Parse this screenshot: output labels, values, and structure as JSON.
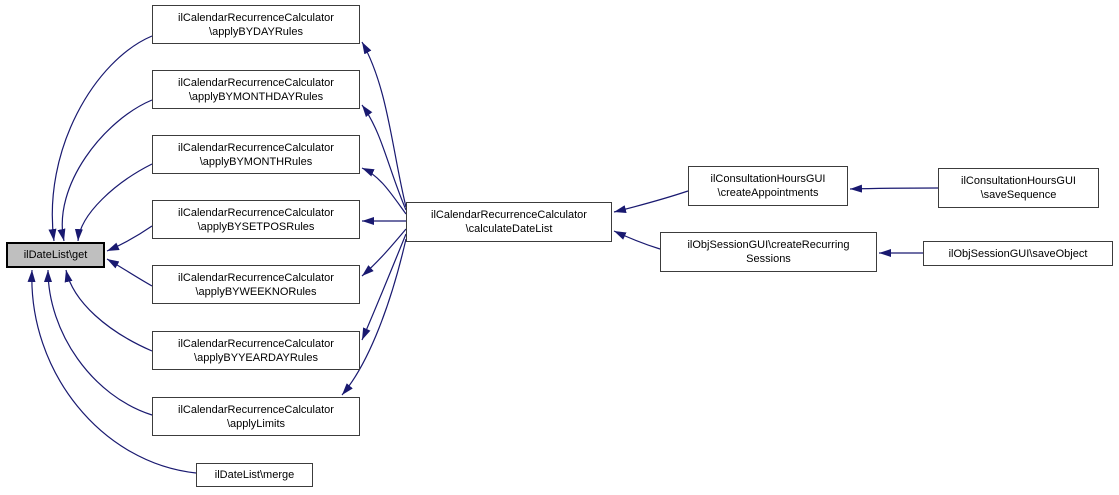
{
  "diagram": {
    "type": "call-graph",
    "colors": {
      "edge": "#191970",
      "node_border": "#3c3c3c",
      "node_fill": "#ffffff",
      "highlight_fill": "#bfbfbf",
      "highlight_border": "#000000",
      "text": "#000000",
      "background": "#ffffff"
    },
    "nodes": [
      {
        "id": "get",
        "label": "ilDateList\\get",
        "line1": "ilDateList\\get",
        "line2": "",
        "highlighted": true
      },
      {
        "id": "applyBYDAYRules",
        "label": "ilCalendarRecurrenceCalculator\\applyBYDAYRules",
        "line1": "ilCalendarRecurrenceCalculator",
        "line2": "\\applyBYDAYRules",
        "highlighted": false
      },
      {
        "id": "applyBYMONTHDAYRules",
        "label": "ilCalendarRecurrenceCalculator\\applyBYMONTHDAYRules",
        "line1": "ilCalendarRecurrenceCalculator",
        "line2": "\\applyBYMONTHDAYRules",
        "highlighted": false
      },
      {
        "id": "applyBYMONTHRules",
        "label": "ilCalendarRecurrenceCalculator\\applyBYMONTHRules",
        "line1": "ilCalendarRecurrenceCalculator",
        "line2": "\\applyBYMONTHRules",
        "highlighted": false
      },
      {
        "id": "applyBYSETPOSRules",
        "label": "ilCalendarRecurrenceCalculator\\applyBYSETPOSRules",
        "line1": "ilCalendarRecurrenceCalculator",
        "line2": "\\applyBYSETPOSRules",
        "highlighted": false
      },
      {
        "id": "applyBYWEEKNORules",
        "label": "ilCalendarRecurrenceCalculator\\applyBYWEEKNORules",
        "line1": "ilCalendarRecurrenceCalculator",
        "line2": "\\applyBYWEEKNORules",
        "highlighted": false
      },
      {
        "id": "applyBYYEARDAYRules",
        "label": "ilCalendarRecurrenceCalculator\\applyBYYEARDAYRules",
        "line1": "ilCalendarRecurrenceCalculator",
        "line2": "\\applyBYYEARDAYRules",
        "highlighted": false
      },
      {
        "id": "applyLimits",
        "label": "ilCalendarRecurrenceCalculator\\applyLimits",
        "line1": "ilCalendarRecurrenceCalculator",
        "line2": "\\applyLimits",
        "highlighted": false
      },
      {
        "id": "merge",
        "label": "ilDateList\\merge",
        "line1": "ilDateList\\merge",
        "line2": "",
        "highlighted": false
      },
      {
        "id": "calculateDateList",
        "label": "ilCalendarRecurrenceCalculator\\calculateDateList",
        "line1": "ilCalendarRecurrenceCalculator",
        "line2": "\\calculateDateList",
        "highlighted": false
      },
      {
        "id": "createAppointments",
        "label": "ilConsultationHoursGUI\\createAppointments",
        "line1": "ilConsultationHoursGUI",
        "line2": "\\createAppointments",
        "highlighted": false
      },
      {
        "id": "createRecurringSessions",
        "label": "ilObjSessionGUI\\createRecurringSessions",
        "line1": "ilObjSessionGUI\\createRecurring",
        "line2": "Sessions",
        "highlighted": false
      },
      {
        "id": "saveSequence",
        "label": "ilConsultationHoursGUI\\saveSequence",
        "line1": "ilConsultationHoursGUI",
        "line2": "\\saveSequence",
        "highlighted": false
      },
      {
        "id": "saveObject",
        "label": "ilObjSessionGUI\\saveObject",
        "line1": "ilObjSessionGUI\\saveObject",
        "line2": "",
        "highlighted": false
      }
    ],
    "edges": [
      {
        "from": "applyBYDAYRules",
        "to": "get"
      },
      {
        "from": "applyBYMONTHDAYRules",
        "to": "get"
      },
      {
        "from": "applyBYMONTHRules",
        "to": "get"
      },
      {
        "from": "applyBYSETPOSRules",
        "to": "get"
      },
      {
        "from": "applyBYWEEKNORules",
        "to": "get"
      },
      {
        "from": "applyBYYEARDAYRules",
        "to": "get"
      },
      {
        "from": "applyLimits",
        "to": "get"
      },
      {
        "from": "merge",
        "to": "get"
      },
      {
        "from": "calculateDateList",
        "to": "applyBYDAYRules"
      },
      {
        "from": "calculateDateList",
        "to": "applyBYMONTHDAYRules"
      },
      {
        "from": "calculateDateList",
        "to": "applyBYMONTHRules"
      },
      {
        "from": "calculateDateList",
        "to": "applyBYSETPOSRules"
      },
      {
        "from": "calculateDateList",
        "to": "applyBYWEEKNORules"
      },
      {
        "from": "calculateDateList",
        "to": "applyBYYEARDAYRules"
      },
      {
        "from": "calculateDateList",
        "to": "applyLimits"
      },
      {
        "from": "createAppointments",
        "to": "calculateDateList"
      },
      {
        "from": "createRecurringSessions",
        "to": "calculateDateList"
      },
      {
        "from": "saveSequence",
        "to": "createAppointments"
      },
      {
        "from": "saveObject",
        "to": "createRecurringSessions"
      }
    ]
  }
}
